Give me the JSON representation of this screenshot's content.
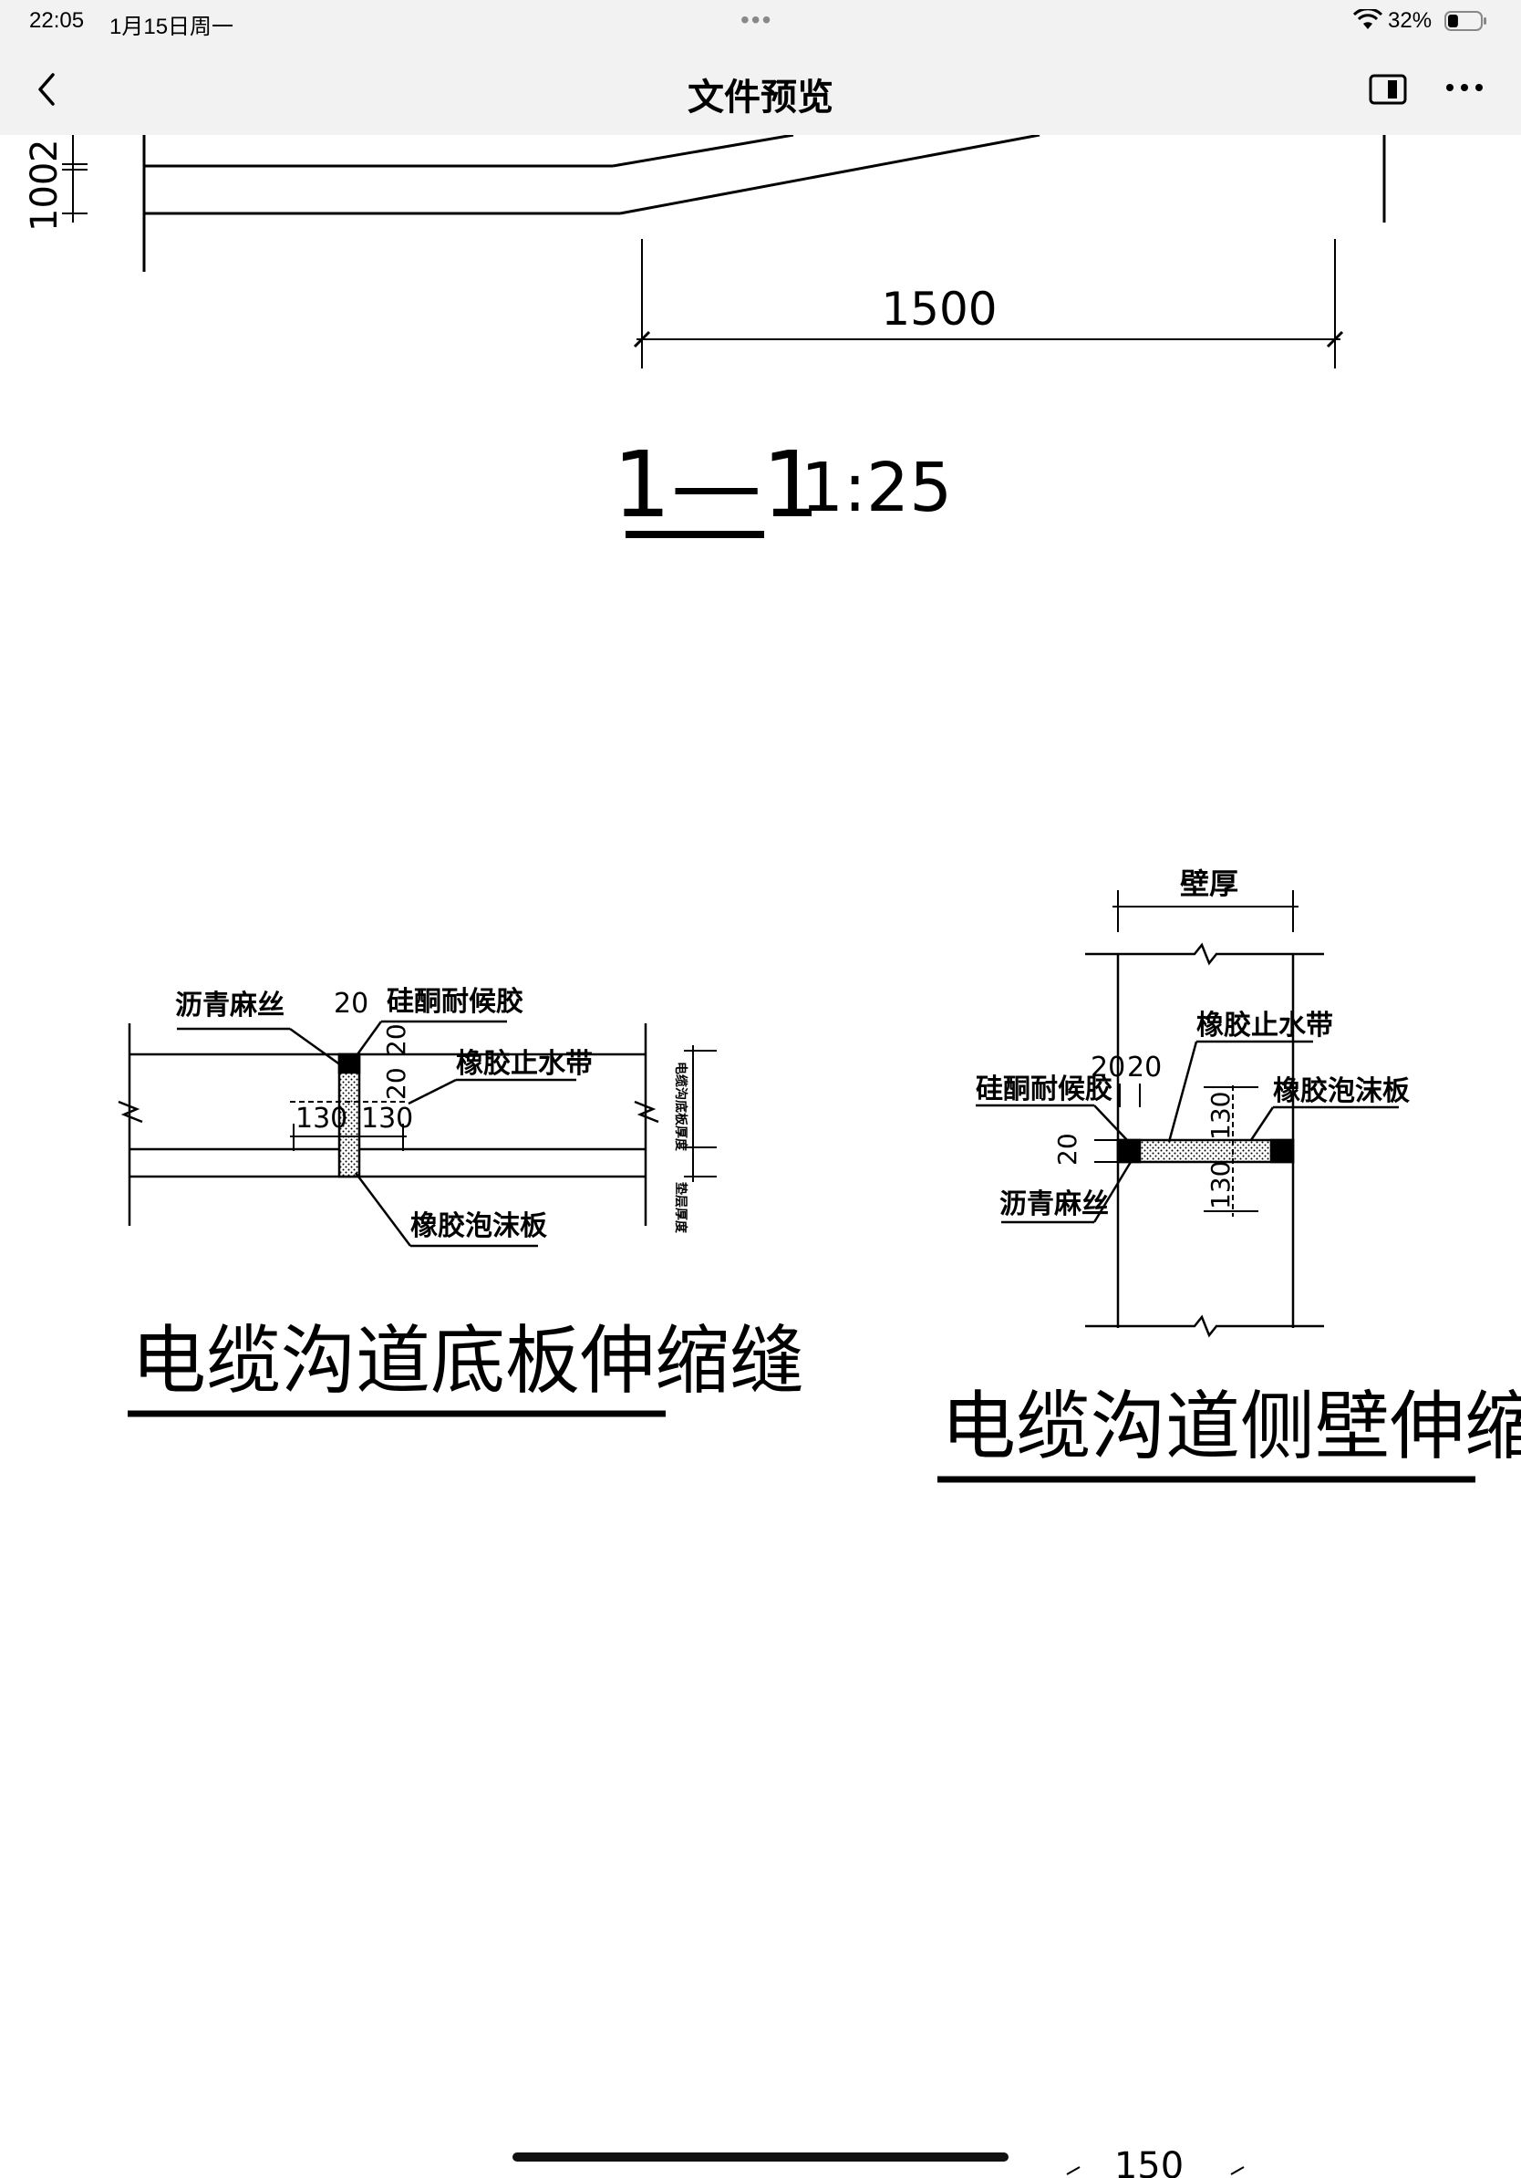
{
  "status_bar": {
    "time": "22:05",
    "date": "1月15日周一",
    "battery_percent": "32%",
    "battery_level": 0.32,
    "menu_dots": "•••"
  },
  "nav_bar": {
    "title": "文件预览",
    "back_icon": "chevron-left-icon",
    "split_icon": "split-view-icon",
    "more_icon": "ellipsis-icon"
  },
  "drawing": {
    "top_section": {
      "dim_left_a": "100",
      "dim_left_b": "2",
      "dim_1500": "1500",
      "section_label": "1—1",
      "scale": "1:25"
    },
    "floor_joint": {
      "title": "电缆沟道底板伸缩缝",
      "label_asphalt": "沥青麻丝",
      "label_sealant": "硅酮耐候胶",
      "label_waterstop": "橡胶止水带",
      "label_foam": "橡胶泡沫板",
      "dim_20_top": "20",
      "dim_20_side": "20",
      "dim_20_lower": "20",
      "dim_130_left": "130",
      "dim_130_right": "130",
      "label_vertical_a": "电缆沟底板厚度",
      "label_vertical_b": "垫层厚度"
    },
    "wall_joint": {
      "title": "电缆沟道侧壁伸缩缝",
      "label_wall_thickness": "壁厚",
      "label_waterstop": "橡胶止水带",
      "label_sealant": "硅酮耐候胶",
      "label_foam": "橡胶泡沫板",
      "label_asphalt": "沥青麻丝",
      "dim_20_a": "20",
      "dim_20_b": "20",
      "dim_20_c": "20",
      "dim_130_upper": "130",
      "dim_130_lower": "130"
    },
    "bottom_partial": {
      "dim_150": "150"
    }
  }
}
